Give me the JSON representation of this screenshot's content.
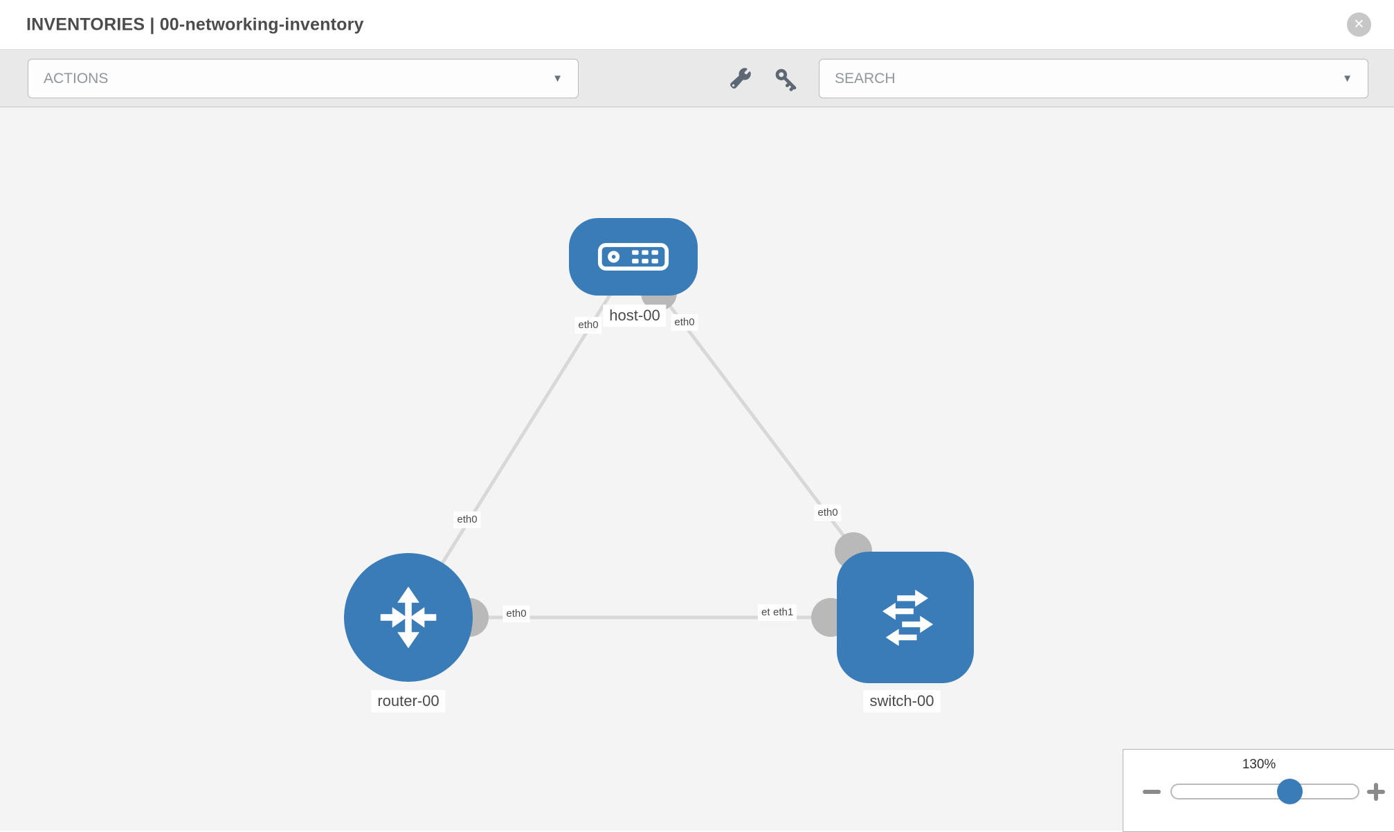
{
  "header": {
    "title": "INVENTORIES | 00-networking-inventory"
  },
  "toolbar": {
    "actions_label": "ACTIONS",
    "search_label": "SEARCH",
    "icons": [
      "wrench-icon",
      "key-icon"
    ]
  },
  "canvas": {
    "nodes": {
      "host": {
        "label": "host-00",
        "type": "host",
        "shape": "rounded-rect"
      },
      "router": {
        "label": "router-00",
        "type": "router",
        "shape": "circle"
      },
      "switch": {
        "label": "switch-00",
        "type": "switch",
        "shape": "rounded-square"
      }
    },
    "links": [
      {
        "from": "host-00",
        "to": "router-00",
        "from_interface": "eth0",
        "to_interface": "eth0"
      },
      {
        "from": "host-00",
        "to": "switch-00",
        "from_interface": "eth0",
        "to_interface": "eth0"
      },
      {
        "from": "router-00",
        "to": "switch-00",
        "from_interface": "eth0",
        "to_interface": "eth1"
      }
    ],
    "interfaces": {
      "host_to_router": "eth0",
      "host_to_switch": "eth0",
      "router_to_host": "eth0",
      "switch_to_host": "eth0",
      "router_to_switch": "eth0",
      "switch_to_router_back": "eth0",
      "switch_to_router_front": "eth1"
    }
  },
  "zoom_control": {
    "value": "130%"
  },
  "colors": {
    "node_blue": "#3a7cb8",
    "link_gray": "#d8d8d8",
    "connector_gray": "#b9b9b9",
    "canvas_bg": "#f4f4f4",
    "toolbar_bg": "#e9e9e9"
  }
}
